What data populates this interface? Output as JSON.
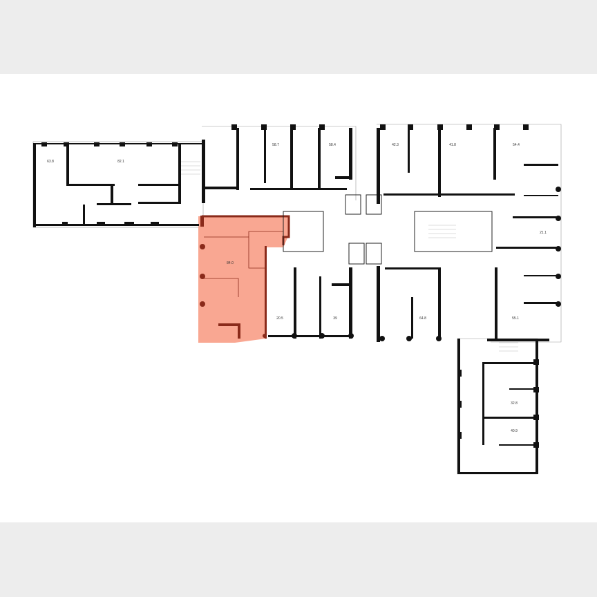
{
  "floor_plan": {
    "highlight_color": "#f9a28c",
    "highlight_wall_color": "#8a2a1a",
    "units": [
      {
        "id": "u1",
        "area": "63.8"
      },
      {
        "id": "u2",
        "area": "82.1"
      },
      {
        "id": "u3",
        "area": "58.7"
      },
      {
        "id": "u4",
        "area": "58.4"
      },
      {
        "id": "u5",
        "area": "84.0",
        "selected": true
      },
      {
        "id": "u6",
        "area": "20.5"
      },
      {
        "id": "u7",
        "area": "39"
      },
      {
        "id": "u8",
        "area": "42.3"
      },
      {
        "id": "u9",
        "area": "41.8"
      },
      {
        "id": "u10",
        "area": "54.4"
      },
      {
        "id": "u11",
        "area": "21.1"
      },
      {
        "id": "u12",
        "area": "64.8"
      },
      {
        "id": "u13",
        "area": "55.1"
      },
      {
        "id": "u14",
        "area": "32.8"
      },
      {
        "id": "u15",
        "area": "40.9"
      }
    ]
  }
}
